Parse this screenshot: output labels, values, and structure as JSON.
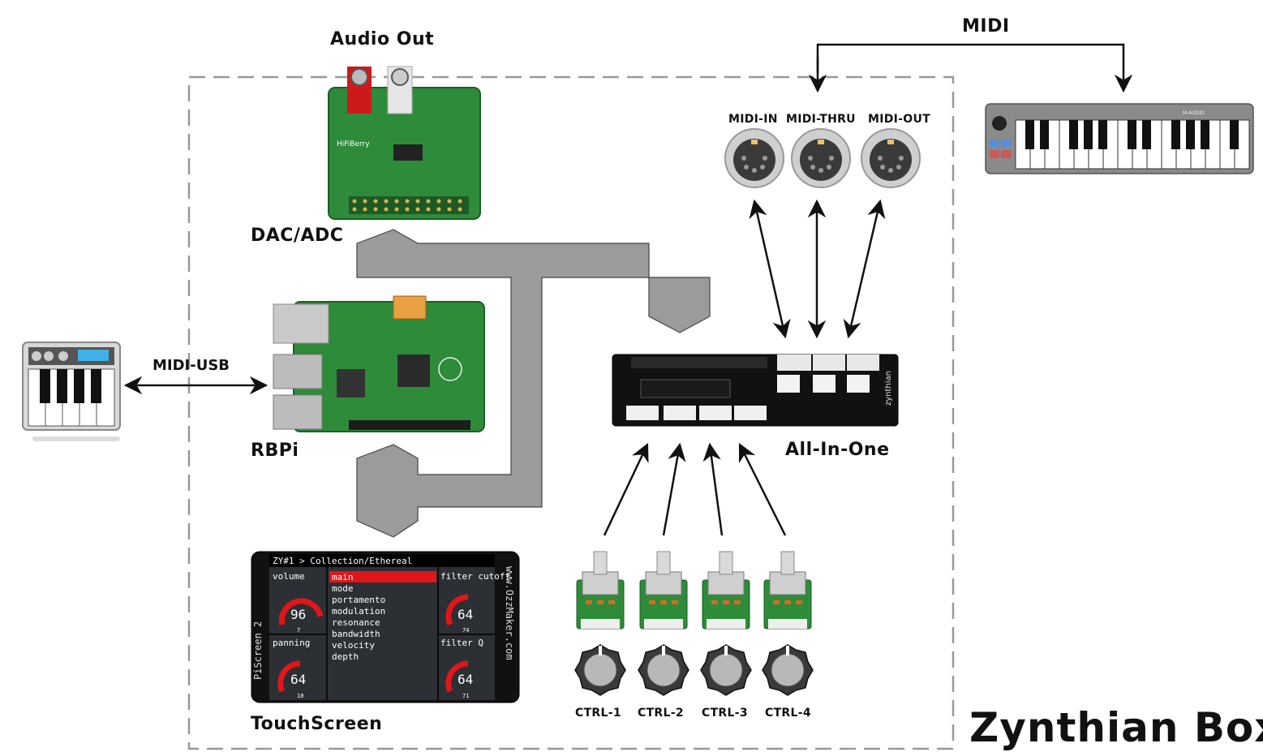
{
  "labels": {
    "audio_out": "Audio Out",
    "midi_top": "MIDI",
    "midi_in": "MIDI-IN",
    "midi_thru": "MIDI-THRU",
    "midi_out": "MIDI-OUT",
    "dac_adc": "DAC/ADC",
    "midi_usb": "MIDI-USB",
    "rbpi": "RBPi",
    "all_in_one": "All-In-One",
    "touchscreen": "TouchScreen",
    "ctrl_1": "CTRL-1",
    "ctrl_2": "CTRL-2",
    "ctrl_3": "CTRL-3",
    "ctrl_4": "CTRL-4",
    "box_title": "Zynthian Box"
  },
  "touchscreen_ui": {
    "header": "ZY#1 > Collection/Ethereal",
    "left_top_label": "volume",
    "left_top_value": "96",
    "left_top_sub": "7",
    "left_bottom_label": "panning",
    "left_bottom_value": "64",
    "left_bottom_sub": "10",
    "menu_items": [
      "main",
      "mode",
      "portamento",
      "modulation",
      "resonance",
      "bandwidth",
      "velocity",
      "depth"
    ],
    "right_top_label": "filter cutoff",
    "right_top_value": "64",
    "right_top_sub": "74",
    "right_bottom_label": "filter Q",
    "right_bottom_value": "64",
    "right_bottom_sub": "71",
    "side_text_left": "PiScreen 2",
    "side_text_right": "www.OzzMaker.com"
  },
  "board_texts": {
    "dac_brand": "HiFiBerry",
    "aio_brand": "zynthian",
    "keyboard_brand": "M-AUDIO"
  },
  "colors": {
    "bus": "#9b9b9b",
    "pcb_green": "#2e8b3a",
    "box_dash": "#999999",
    "knob": "#b0b0b0",
    "accent_red": "#e0161a"
  }
}
